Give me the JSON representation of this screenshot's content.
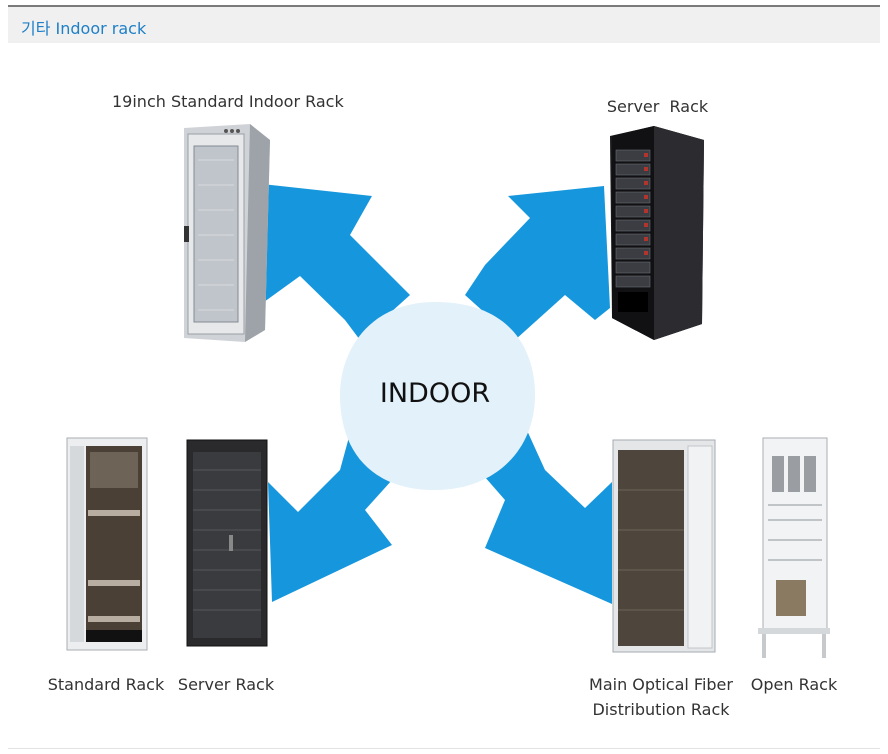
{
  "header": {
    "title": "기타 Indoor rack"
  },
  "center": {
    "label": "INDOOR"
  },
  "labels": {
    "top_left": "19inch Standard Indoor Rack",
    "top_right": "Server  Rack",
    "bottom_left_1": "Standard Rack",
    "bottom_left_2": "Server Rack",
    "bottom_right_1_line1": "Main Optical Fiber",
    "bottom_right_1_line2": "Distribution Rack",
    "bottom_right_2": "Open Rack"
  },
  "colors": {
    "arrow": "#1697dd",
    "center_circle": "#e3f1fa",
    "header_text": "#1e80c8"
  }
}
